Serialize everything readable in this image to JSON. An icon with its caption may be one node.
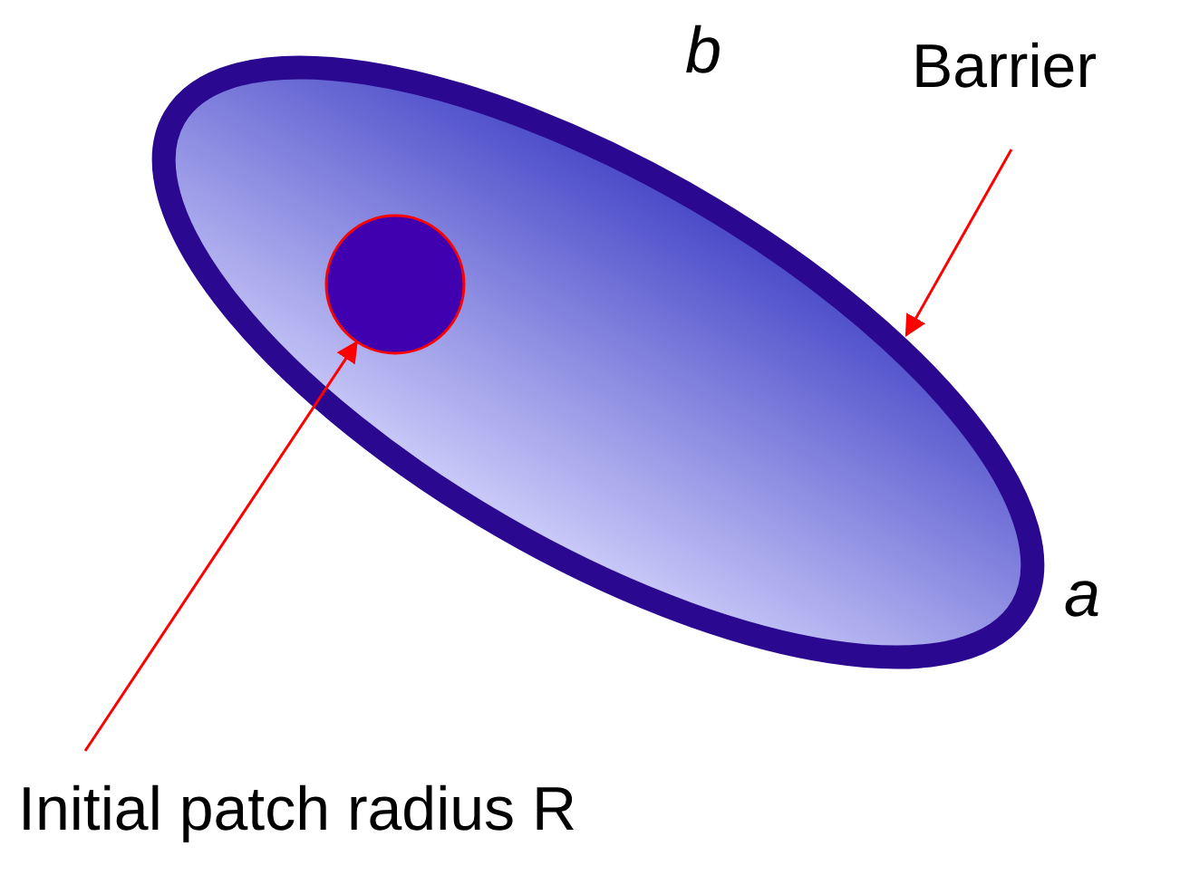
{
  "diagram": {
    "nodes": [
      {
        "text": [
          "Barrier"
        ]
      },
      {
        "text": [],
        "shape": "ellipse",
        "beside": [
          "b",
          "a"
        ]
      },
      {
        "text": [
          "Initial patch radius R"
        ]
      },
      {
        "text": [],
        "shape": "circle",
        "in": 1
      }
    ],
    "edges": [
      {
        "from": 0,
        "to": 1,
        "arrow": "to"
      },
      {
        "from": 2,
        "to": 3,
        "arrow": "to"
      }
    ]
  }
}
